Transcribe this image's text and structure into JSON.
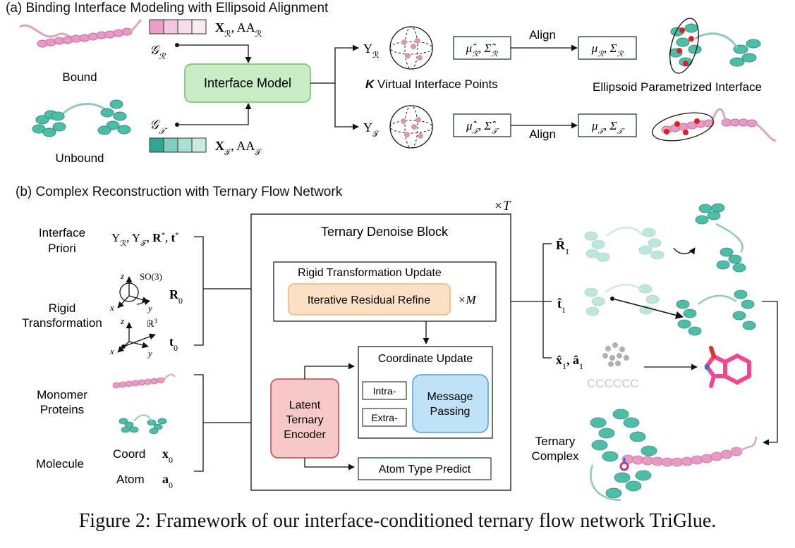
{
  "panel_a": {
    "title": "(a) Binding Interface Modeling with Ellipsoid Alignment",
    "bound_label": "Bound",
    "unbound_label": "Unbound",
    "g_r": "𝒢",
    "g_r_sub": "ℛ",
    "g_t": "𝒢",
    "g_t_sub": "𝒯",
    "x_r": "X",
    "x_r_sub": "ℛ",
    "aa_r": ", AA",
    "aa_r_sub": "ℛ",
    "x_t": "X",
    "x_t_sub": "𝒯",
    "aa_t": ", AA",
    "aa_t_sub": "𝒯",
    "interface_model": "Interface Model",
    "y_r": "Y",
    "y_r_sub": "ℛ",
    "y_t": "Y",
    "y_t_sub": "𝒯",
    "k_label": "K",
    "virtual_points": " Virtual Interface Points",
    "muhat_r": "μ̂",
    "muhat_r_sub": "ℛ",
    "sigmahat_r": ", Σ̂",
    "sigmahat_r_sub": "ℛ",
    "muhat_t": "μ̂",
    "muhat_t_sub": "𝒯",
    "sigmahat_t": ", Σ̂",
    "sigmahat_t_sub": "𝒯",
    "align_top": "Align",
    "align_bottom": "Align",
    "mu_r": "μ",
    "mu_r_sub": "ℛ",
    "sigma_r": ", Σ",
    "sigma_r_sub": "ℛ",
    "mu_t": "μ",
    "mu_t_sub": "𝒯",
    "sigma_t": ", Σ",
    "sigma_t_sub": "𝒯",
    "ellipsoid_label": "Ellipsoid Parametrized Interface"
  },
  "panel_b": {
    "title": "(b) Complex Reconstruction with Ternary Flow Network",
    "interface_priori": [
      "Interface",
      "Priori"
    ],
    "priori_math": "Y",
    "rigid_transformation": [
      "Rigid",
      "Transformation"
    ],
    "so3": "SO(3)",
    "r3": "ℝ",
    "r0": "R",
    "r0_sub": "0",
    "t0": "t",
    "t0_sub": "0",
    "monomer_proteins": [
      "Monomer",
      "Proteins"
    ],
    "molecule": "Molecule",
    "coord": "Coord",
    "coord_math": "x",
    "coord_sub": "0",
    "atom": "Atom",
    "atom_math": "a",
    "atom_sub": "0",
    "times_t": "×T",
    "ternary_denoise_block": "Ternary Denoise Block",
    "rigid_update": "Rigid Transformation Update",
    "iterative_refine": "Iterative Residual Refine",
    "times_m": "×M",
    "coordinate_update": "Coordinate Update",
    "intra": "Intra-",
    "extra": "Extra-",
    "message_passing": [
      "Message",
      "Passing"
    ],
    "latent_encoder": [
      "Latent",
      "Ternary",
      "Encoder"
    ],
    "atom_type_predict": "Atom Type Predict",
    "r1_hat": "R̂",
    "r1_sub": "1",
    "t1_hat": "t̂",
    "t1_sub": "1",
    "x1_hat": "x̂",
    "x1_sub": "1",
    "a1_hat": ", â",
    "a1_sub": "1",
    "smiles": "CCCCCC",
    "ternary_complex": [
      "Ternary",
      "Complex"
    ]
  },
  "caption": "Figure 2: Framework of our interface-conditioned ternary flow network TriGlue.",
  "colors": {
    "pink": "#e79bc4",
    "teal": "#4dbda8",
    "green_box": "#c8ecc4",
    "orange_box": "#fde0c3",
    "red_box": "#f7c8c8",
    "blue_box": "#bfe2f7"
  }
}
